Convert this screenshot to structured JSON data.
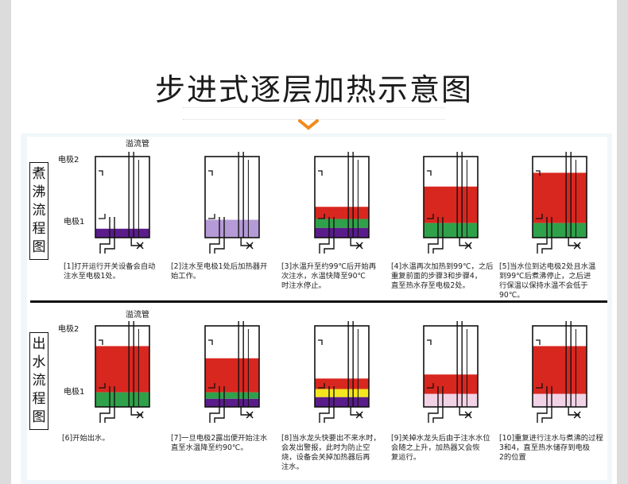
{
  "title": "步进式逐层加热示意图",
  "colors": {
    "chevron": "#f08a1c",
    "hot_water": "#d8271f",
    "warm": "#2fa14a",
    "cold": "#5a1c8a",
    "cold_light": "#b49ad6",
    "yellow": "#f3e51e",
    "pink": "#f2d3e6"
  },
  "row1": {
    "side_label": [
      "煮",
      "沸",
      "流",
      "程",
      "图"
    ],
    "labels": {
      "overflow": "溢流管",
      "electrode2": "电极2",
      "electrode1": "电极1"
    },
    "captions": [
      "[1]打开运行开关设备会自动\n注水至电极1处。",
      "[2]注水至电极1处后加热器开\n始工作。",
      "[3]水温升至约99℃后开始再\n次注水，水温快降至90℃\n时注水停止。",
      "[4]水温再次加热到99℃，之后\n重复前面的步骤3和步骤4，\n直至热水存至电极2处。",
      "[5]当水位到达电极2处且水温\n到99℃后煮沸停止，之后进\n行保温以保持水温不会低于\n90℃。"
    ]
  },
  "row2": {
    "side_label": [
      "出",
      "水",
      "流",
      "程",
      "图"
    ],
    "labels": {
      "overflow": "溢流管",
      "electrode2": "电极2",
      "electrode1": "电极1"
    },
    "captions": [
      "[6]开始出水。",
      "[7]一旦电极2露出便开始注水\n直至水温降至约90℃。",
      "[8]当水龙头快要出不来水时，\n会发出警报，此时为防止空\n烧，设备会关掉加热器后再\n注水。",
      "[9]关掉水龙头后由于注水水位\n会随之上升，加热器又会恢\n复运行。",
      "[10]重复进行注水与煮沸的过程\n3和4，直至热水储存到电极\n2的位置"
    ]
  }
}
